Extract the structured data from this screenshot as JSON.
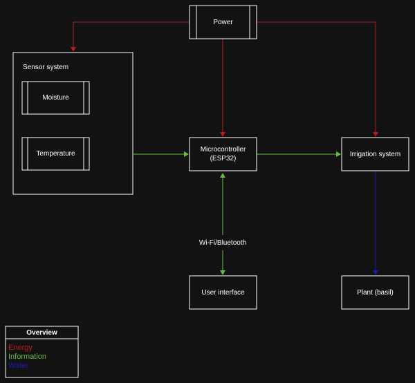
{
  "nodes": {
    "power": "Power",
    "sensor_system": "Sensor system",
    "moisture": "Moisture",
    "temperature": "Temperature",
    "microcontroller": "Microcontroller\n(ESP32)",
    "irrigation": "Irrigation system",
    "user_interface": "User interface",
    "plant": "Plant (basil)"
  },
  "edges": {
    "wireless_label": "Wi-Fi/Bluetooth"
  },
  "legend": {
    "title": "Overview",
    "items": [
      {
        "label": "Energy",
        "color": "#b71c1c"
      },
      {
        "label": "Information",
        "color": "#66bb44"
      },
      {
        "label": "Water",
        "color": "#1a1ab0"
      }
    ]
  },
  "colors": {
    "background": "#121212",
    "box_stroke": "#ffffff",
    "energy": "#b71c1c",
    "information": "#66bb44",
    "water": "#1a1ab0"
  }
}
